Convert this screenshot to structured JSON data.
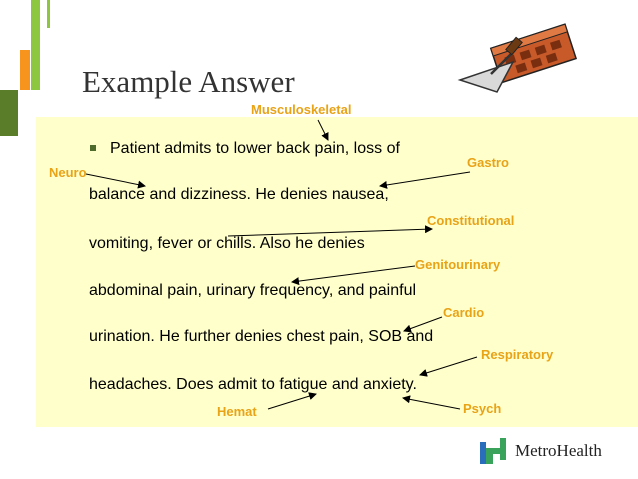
{
  "slide": {
    "title": "Example Answer",
    "bullet_text_lines": [
      "Patient admits to lower back pain, loss of",
      "balance and dizziness.  He denies nausea,",
      "vomiting, fever or chills.  Also he denies",
      "abdominal pain, urinary frequency, and painful",
      "urination.  He further denies chest pain, SOB and",
      "headaches. Does admit to fatigue and anxiety."
    ],
    "annotations": {
      "musculoskeletal": "Musculoskeletal",
      "neuro": "Neuro",
      "gastro": "Gastro",
      "constitutional": "Constitutional",
      "genitourinary": "Genitourinary",
      "cardio": "Cardio",
      "respiratory": "Respiratory",
      "hemat": "Hemat",
      "psych": "Psych"
    },
    "logo_text": "MetroHealth"
  },
  "colors": {
    "panel": "#ffffcc",
    "label": "#e8a317",
    "bar_green": "#8dc63f",
    "bar_orange": "#f7941d",
    "bar_dark_green": "#5a7d2a",
    "logo_green": "#3aa35b",
    "logo_blue": "#2a6ebb"
  },
  "icons": {
    "clipart": "brick-and-trowel-icon",
    "logo": "metrohealth-logo-icon",
    "bullet": "square-bullet-icon"
  }
}
